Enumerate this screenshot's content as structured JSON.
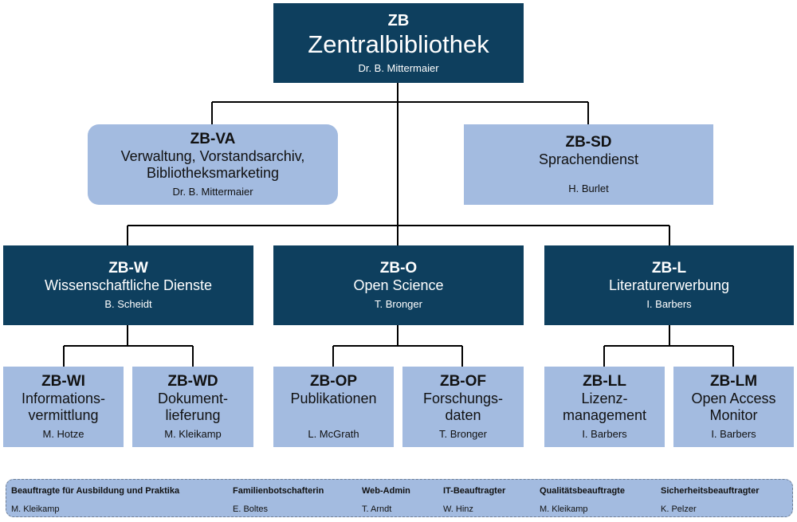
{
  "top": {
    "code": "ZB",
    "name": "Zentralbibliothek",
    "person": "Dr. B. Mittermaier"
  },
  "staff": [
    {
      "code": "ZB-VA",
      "name": [
        "Verwaltung, Vorstandsarchiv,",
        "Bibliotheksmarketing"
      ],
      "person": "Dr. B. Mittermaier"
    },
    {
      "code": "ZB-SD",
      "name": [
        "Sprachendienst"
      ],
      "person": "H. Burlet"
    }
  ],
  "divisions": [
    {
      "code": "ZB-W",
      "name": "Wissenschaftliche Dienste",
      "person": "B. Scheidt",
      "units": [
        {
          "code": "ZB-WI",
          "name": [
            "Informations-",
            "vermittlung"
          ],
          "person": "M. Hotze"
        },
        {
          "code": "ZB-WD",
          "name": [
            "Dokument-",
            "lieferung"
          ],
          "person": "M. Kleikamp"
        }
      ]
    },
    {
      "code": "ZB-O",
      "name": "Open Science",
      "person": "T. Bronger",
      "units": [
        {
          "code": "ZB-OP",
          "name": [
            "Publikationen"
          ],
          "person": "L. McGrath"
        },
        {
          "code": "ZB-OF",
          "name": [
            "Forschungs-",
            "daten"
          ],
          "person": "T. Bronger"
        }
      ]
    },
    {
      "code": "ZB-L",
      "name": "Literaturerwerbung",
      "person": "I. Barbers",
      "units": [
        {
          "code": "ZB-LL",
          "name": [
            "Lizenz-",
            "management"
          ],
          "person": "I. Barbers"
        },
        {
          "code": "ZB-LM",
          "name": [
            "Open Access",
            "Monitor"
          ],
          "person": "I. Barbers"
        }
      ]
    }
  ],
  "representatives": [
    {
      "role": "Beauftragte für Ausbildung und Praktika",
      "person": "M. Kleikamp"
    },
    {
      "role": "Familienbotschafterin",
      "person": "E. Boltes"
    },
    {
      "role": "Web-Admin",
      "person": "T. Arndt"
    },
    {
      "role": "IT-Beauftragter",
      "person": "W. Hinz"
    },
    {
      "role": "Qualitätsbeauftragte",
      "person": "M. Kleikamp"
    },
    {
      "role": "Sicherheitsbeauftragter",
      "person": "K. Pelzer"
    }
  ],
  "colors": {
    "dark_box": "#0e3f5e",
    "light_box": "#a3bbe0",
    "connector": "#000000"
  }
}
